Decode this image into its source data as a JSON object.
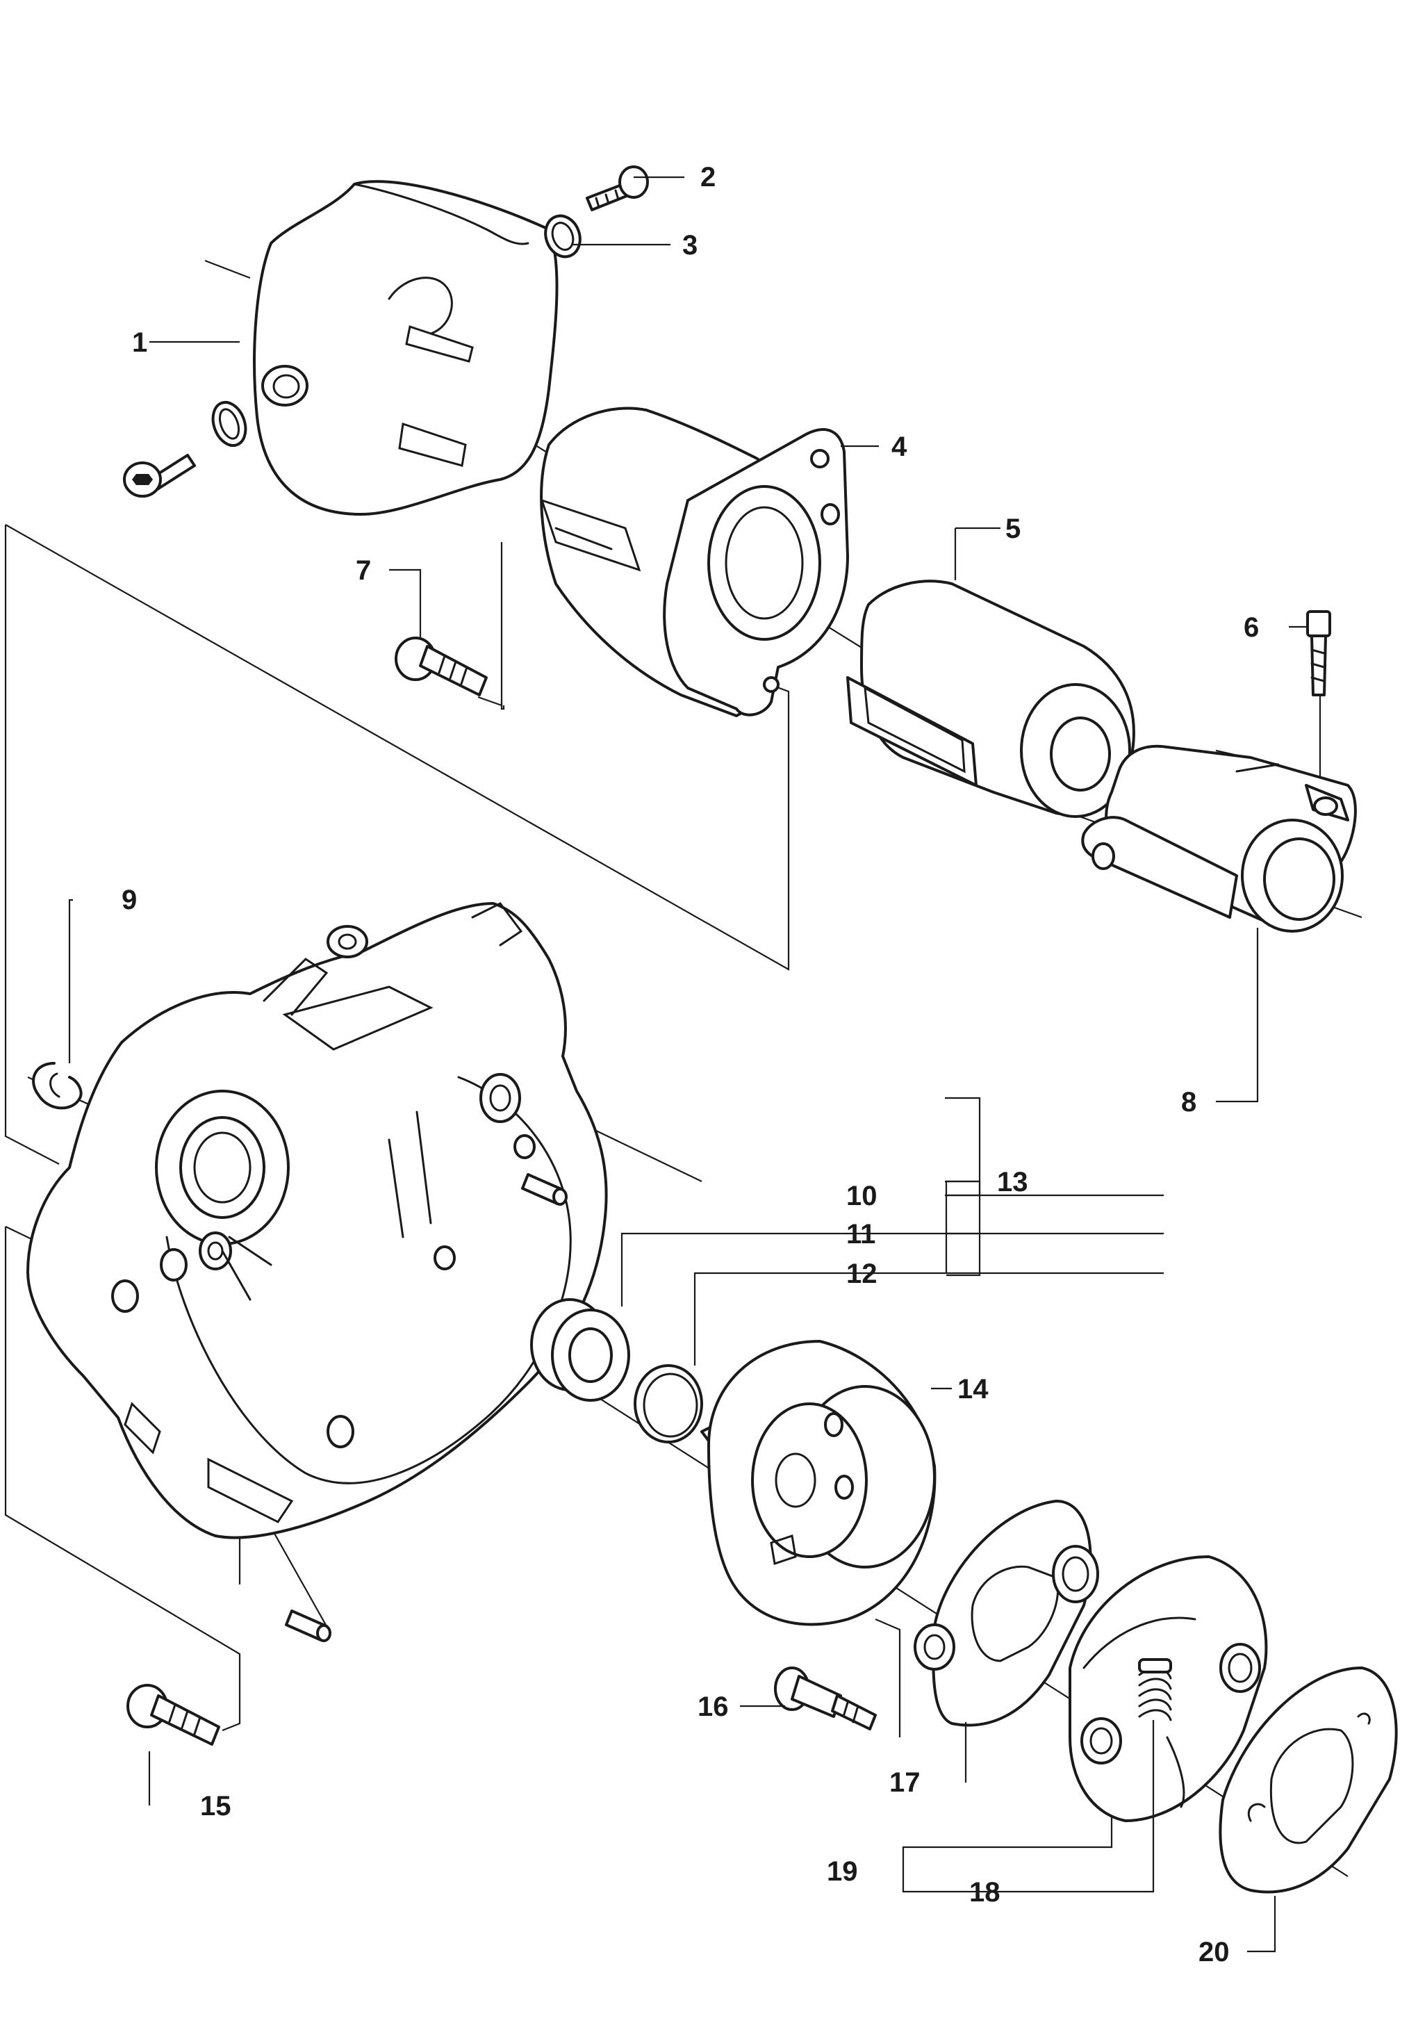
{
  "callouts": [
    {
      "id": "p1",
      "text": "1"
    },
    {
      "id": "p2",
      "text": "2"
    },
    {
      "id": "p3",
      "text": "3"
    },
    {
      "id": "p4",
      "text": "4"
    },
    {
      "id": "p5",
      "text": "5"
    },
    {
      "id": "p6",
      "text": "6"
    },
    {
      "id": "p7",
      "text": "7"
    },
    {
      "id": "p8",
      "text": "8"
    },
    {
      "id": "p9",
      "text": "9"
    },
    {
      "id": "p10",
      "text": "10"
    },
    {
      "id": "p11",
      "text": "11"
    },
    {
      "id": "p12",
      "text": "12"
    },
    {
      "id": "p13",
      "text": "13"
    },
    {
      "id": "p14",
      "text": "14"
    },
    {
      "id": "p15",
      "text": "15"
    },
    {
      "id": "p16",
      "text": "16"
    },
    {
      "id": "p17",
      "text": "17"
    },
    {
      "id": "p18",
      "text": "18"
    },
    {
      "id": "p19",
      "text": "19"
    },
    {
      "id": "p20",
      "text": "20"
    }
  ],
  "colors": {
    "ink": "#1a1a1a",
    "paper": "#ffffff"
  }
}
